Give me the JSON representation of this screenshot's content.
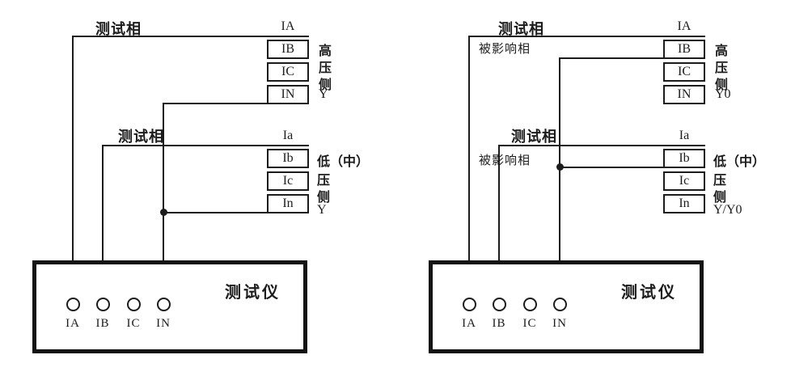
{
  "figure": {
    "background": "#ffffff",
    "line_color": "#1c1c1c"
  },
  "left_diagram": {
    "test_phase_top": "测试相",
    "test_phase_bottom": "测试相",
    "hv": {
      "terminals": [
        "IA",
        "IB",
        "IC",
        "IN"
      ],
      "side_label": [
        "高",
        "压",
        "侧",
        "Y"
      ]
    },
    "lv": {
      "terminals": [
        "Ia",
        "Ib",
        "Ic",
        "In"
      ],
      "side_label": [
        "低（中）",
        "压",
        "侧",
        "Y"
      ]
    },
    "tester": {
      "name": "测试仪",
      "terminals": [
        "IA",
        "IB",
        "IC",
        "IN"
      ]
    }
  },
  "right_diagram": {
    "test_phase_top": "测试相",
    "affected_phase_top": "被影响相",
    "test_phase_bottom": "测试相",
    "affected_phase_bottom": "被影响相",
    "hv": {
      "terminals": [
        "IA",
        "IB",
        "IC",
        "IN"
      ],
      "side_label": [
        "高",
        "压",
        "侧",
        "Y0"
      ]
    },
    "lv": {
      "terminals": [
        "Ia",
        "Ib",
        "Ic",
        "In"
      ],
      "side_label": [
        "低（中）",
        "压",
        "侧",
        "Y/Y0"
      ]
    },
    "tester": {
      "name": "测试仪",
      "terminals": [
        "IA",
        "IB",
        "IC",
        "IN"
      ]
    }
  }
}
